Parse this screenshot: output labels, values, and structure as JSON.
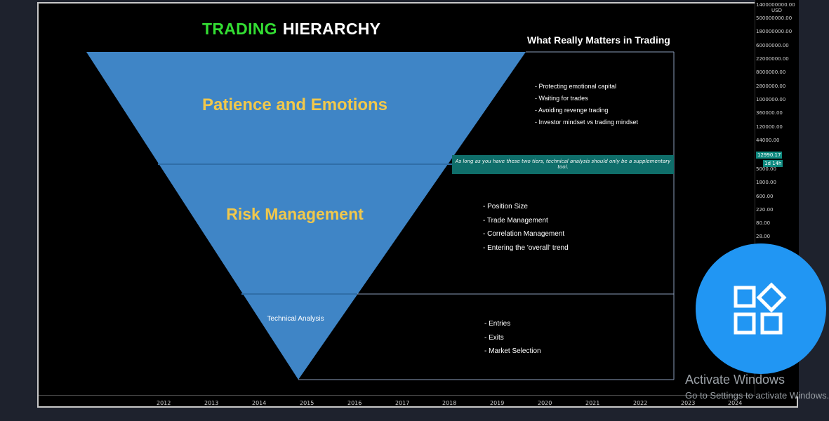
{
  "title": {
    "word1": "TRADING",
    "word2": "HIERARCHY"
  },
  "subtitle": "What Really Matters in Trading",
  "tiers": [
    {
      "label": "Patience and Emotions"
    },
    {
      "label": "Risk Management"
    },
    {
      "label": "Technical Analysis"
    }
  ],
  "bullets": {
    "tier1": [
      "- Protecting emotional capital",
      "- Waiting for trades",
      "- Avoiding revenge trading",
      "- Investor mindset vs trading mindset"
    ],
    "tier2": [
      "- Position Size",
      "- Trade Management",
      "- Correlation Management",
      "- Entering the 'overall' trend"
    ],
    "tier3": [
      "- Entries",
      "- Exits",
      "- Market Selection"
    ]
  },
  "note": "As long as you have these two tiers, technical analysis should only be a supplementary tool.",
  "price_axis": {
    "currency": "USD",
    "labels": [
      "1400000000.00",
      "500000000.00",
      "180000000.00",
      "60000000.00",
      "22000000.00",
      "8000000.00",
      "2800000.00",
      "1000000.00",
      "360000.00",
      "120000.00",
      "44000.00",
      "5000.00",
      "1800.00",
      "600.00",
      "220.00",
      "80.00",
      "28.00"
    ],
    "current_price": "12990.17",
    "countdown": "1d 14h"
  },
  "time_axis": {
    "years": [
      "2012",
      "2013",
      "2014",
      "2015",
      "2016",
      "2017",
      "2018",
      "2019",
      "2020",
      "2021",
      "2022",
      "2023",
      "2024"
    ]
  },
  "colors": {
    "funnel": "#3f85c6",
    "funnel_divider": "#2f6ea8",
    "title_green": "#33dd33",
    "tier_label": "#f1c84b",
    "note_bg": "#0f6e6a",
    "widget": "#2196f3"
  },
  "widget": {
    "icon": "widgets-icon"
  },
  "watermark": {
    "title": "Activate Windows",
    "subtitle": "Go to Settings to activate Windows."
  }
}
